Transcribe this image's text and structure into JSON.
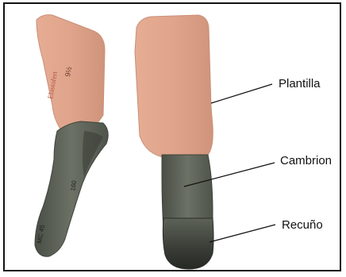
{
  "labels": {
    "plantilla": "Plantilla",
    "cambrion": "Cambrion",
    "recuno": "Recuño"
  },
  "colors": {
    "insole_leather": "#dfa48b",
    "insole_edge": "#c98f78",
    "shank_metal": "#5d6358",
    "heel_dark": "#2e302c",
    "leader_line": "#111111"
  },
  "left_insole_marks": {
    "brand_text": "Elastofert",
    "size_text": "9½",
    "code_text": "MC 45",
    "number_text": "160"
  }
}
